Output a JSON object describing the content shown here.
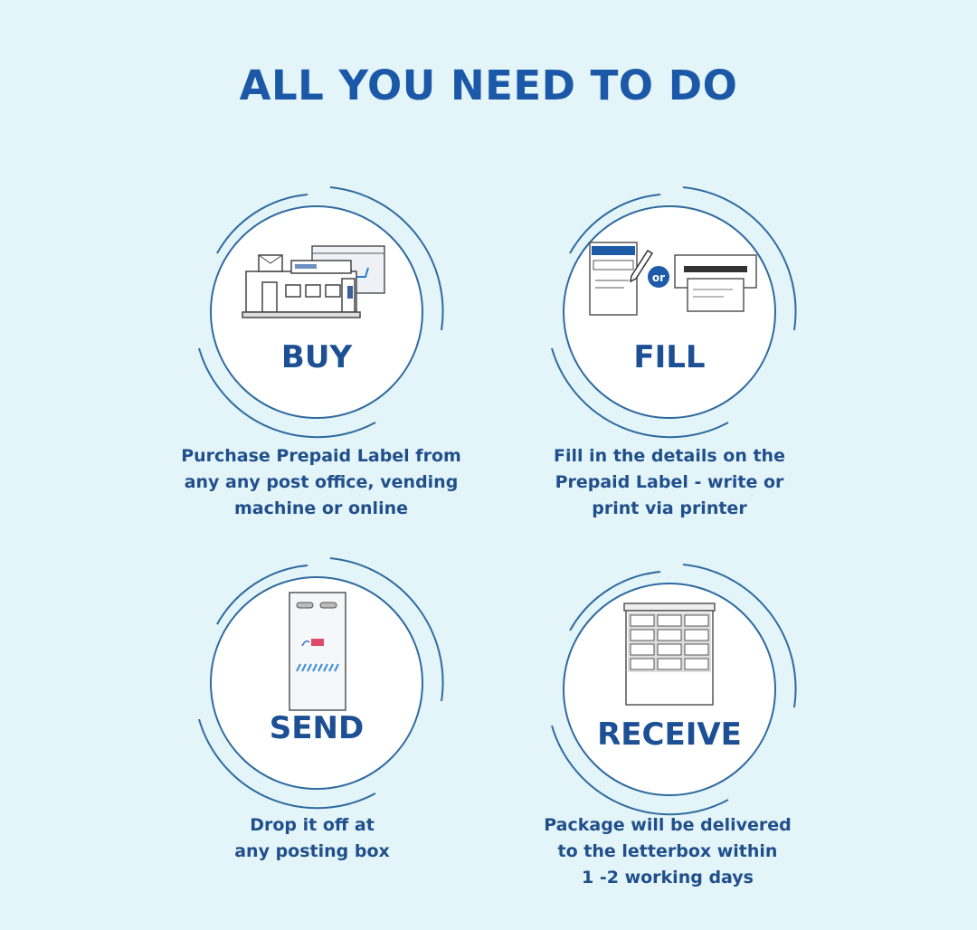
{
  "title": "ALL YOU NEED TO DO",
  "colors": {
    "background": "#e3f5f8",
    "primary": "#1d4f95",
    "ring": "#2f6aa0",
    "circle_fill": "#ffffff"
  },
  "steps": [
    {
      "label": "BUY",
      "icon": "post-office-icon",
      "description": [
        "Purchase Prepaid Label from",
        "any any post office, vending",
        "machine or online"
      ]
    },
    {
      "label": "FILL",
      "icon": "prepaid-label-printer-icon",
      "or_text": "or",
      "description": [
        "Fill in the details on the",
        "Prepaid Label - write or",
        "print via printer"
      ]
    },
    {
      "label": "SEND",
      "icon": "posting-box-icon",
      "description": [
        "Drop it off at",
        "any posting box"
      ]
    },
    {
      "label": "RECEIVE",
      "icon": "letterbox-icon",
      "description": [
        "Package will be delivered",
        "to the letterbox within",
        "1 -2 working days"
      ]
    }
  ]
}
